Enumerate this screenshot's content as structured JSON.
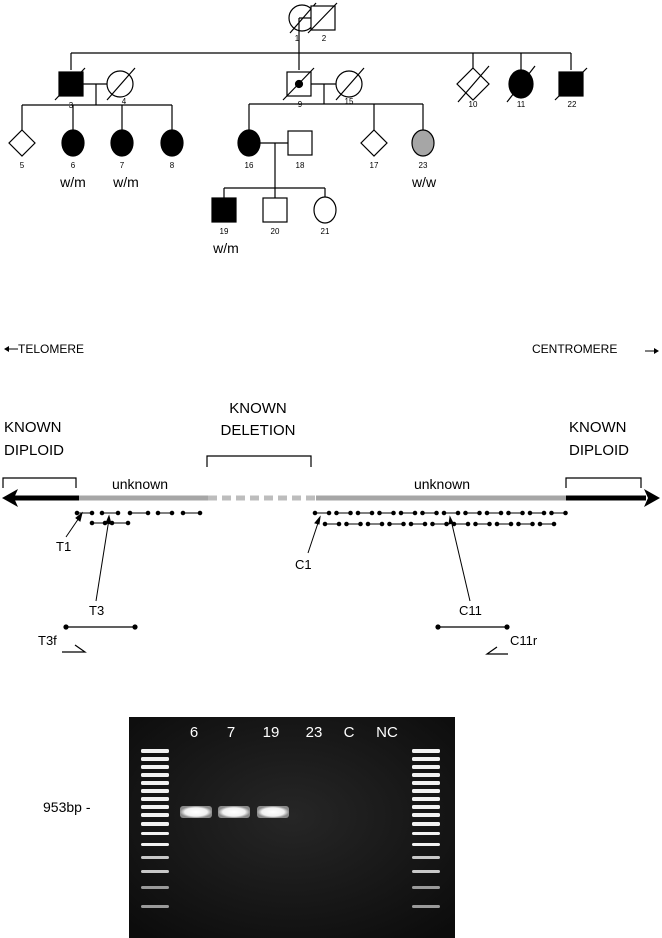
{
  "pedigree": {
    "individuals": {
      "i1": "1",
      "i2": "2",
      "i3": "3",
      "i4": "4",
      "i5": "5",
      "i6": "6",
      "i7": "7",
      "i8": "8",
      "i9": "9",
      "i10": "10",
      "i11": "11",
      "i15": "15",
      "i16": "16",
      "i17": "17",
      "i18": "18",
      "i19": "19",
      "i20": "20",
      "i21": "21",
      "i22": "22",
      "i23": "23"
    },
    "genotypes": {
      "g6": "w/m",
      "g7": "w/m",
      "g19": "w/m",
      "g23": "w/w"
    }
  },
  "map": {
    "telomere_label": "TELOMERE",
    "centromere_label": "CENTROMERE",
    "known_diploid_left": [
      "KNOWN",
      "DIPLOID"
    ],
    "known_deletion": [
      "KNOWN",
      "DELETION"
    ],
    "known_diploid_right": [
      "KNOWN",
      "DIPLOID"
    ],
    "unknown_left": "unknown",
    "unknown_right": "unknown",
    "probes": {
      "t1": "T1",
      "t3": "T3",
      "c1": "C1",
      "c11": "C11"
    },
    "primers": {
      "t3f": "T3f",
      "c11r": "C11r"
    }
  },
  "gel": {
    "lanes": [
      "6",
      "7",
      "19",
      "23",
      "C",
      "NC"
    ],
    "size_marker": "953bp -"
  }
}
